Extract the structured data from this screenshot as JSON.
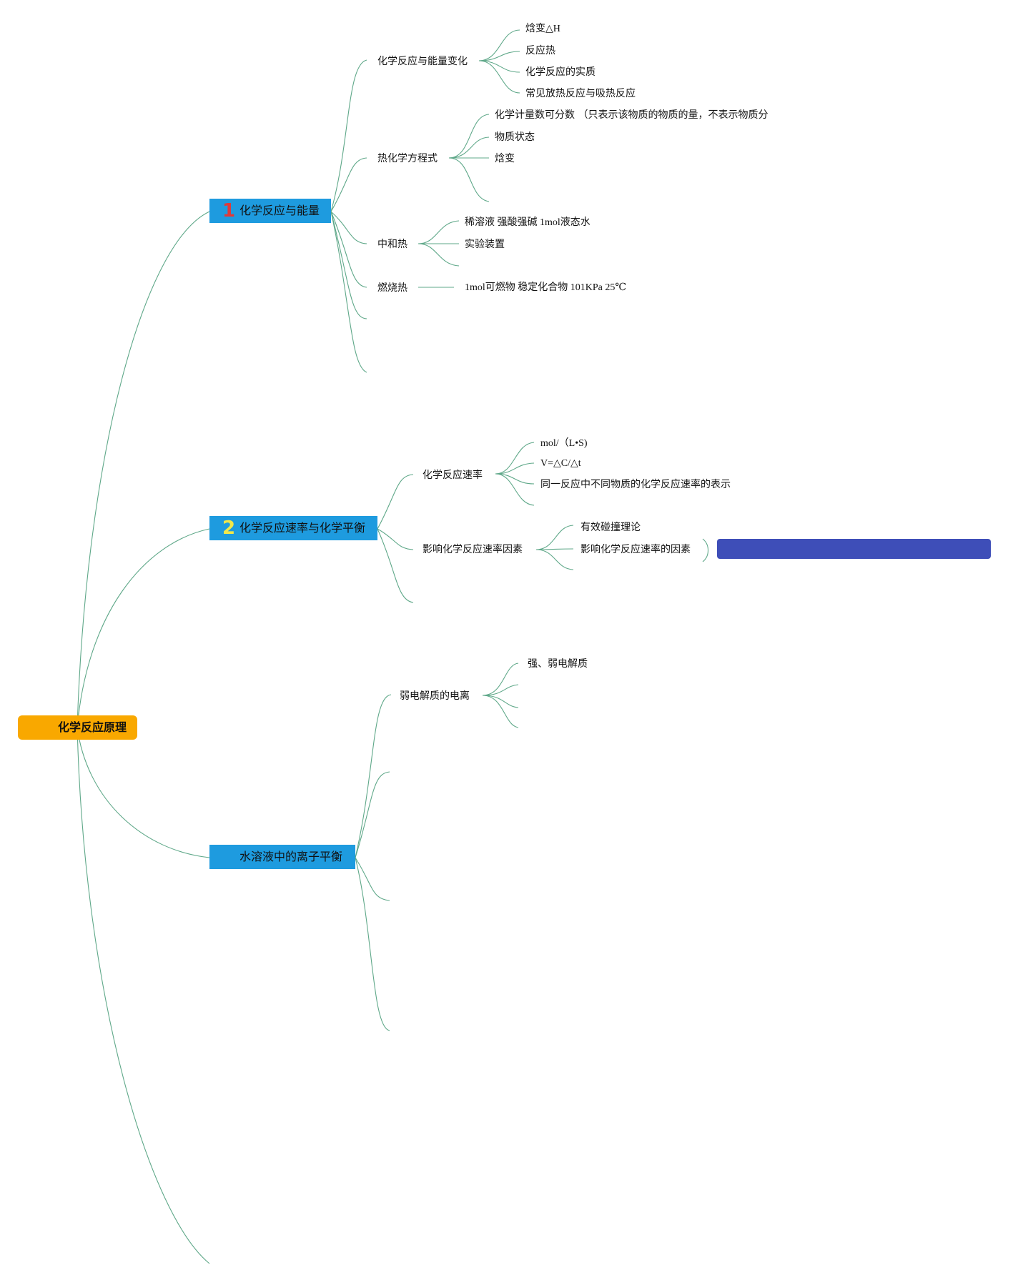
{
  "root": {
    "label": "化学反应原理"
  },
  "colors": {
    "root": "#f9a800",
    "main": "#1e9bdf",
    "line": "#5fa889",
    "note": "#3e4eb8",
    "num1": "#e03a3a",
    "num2": "#f2e84a"
  },
  "branches": [
    {
      "number": "1",
      "label": "化学反应与能量",
      "children": [
        {
          "label": "化学反应与能量变化",
          "children": [
            "焓变△H",
            "反应热",
            "化学反应的实质",
            "常见放热反应与吸热反应"
          ]
        },
        {
          "label": "热化学方程式",
          "children": [
            "化学计量数可分数 （只表示该物质的物质的量，不表示物质分",
            "物质状态",
            "焓变"
          ]
        },
        {
          "label": "中和热",
          "children": [
            "稀溶液 强酸强碱 1mol液态水",
            "实验装置"
          ]
        },
        {
          "label": "燃烧热",
          "children": [
            "1mol可燃物 稳定化合物 101KPa 25℃"
          ]
        }
      ]
    },
    {
      "number": "2",
      "label": "化学反应速率与化学平衡",
      "children": [
        {
          "label": "化学反应速率",
          "children": [
            "mol/（L•S)",
            "V=△C/△t",
            "同一反应中不同物质的化学反应速率的表示"
          ]
        },
        {
          "label": "影响化学反应速率因素",
          "children": [
            "有效碰撞理论",
            "影响化学反应速率的因素"
          ]
        }
      ]
    },
    {
      "number": "",
      "label": "水溶液中的离子平衡",
      "children": [
        {
          "label": "弱电解质的电离",
          "children": [
            "强、弱电解质"
          ]
        }
      ]
    }
  ]
}
